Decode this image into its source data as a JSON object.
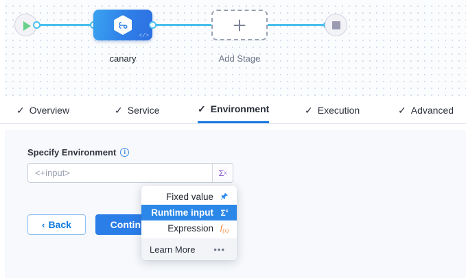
{
  "canvas": {
    "start_node": {
      "name": "start-node",
      "icon": "play-icon"
    },
    "end_node": {
      "name": "end-node",
      "icon": "stop-icon"
    },
    "stages": [
      {
        "label": "canary",
        "icon": "harness-hexagon-icon",
        "badge": "</>"
      },
      {
        "label": "Add Stage",
        "icon": "plus-icon"
      }
    ]
  },
  "tabs": [
    {
      "label": "Overview",
      "check": "✓",
      "active": false
    },
    {
      "label": "Service",
      "check": "✓",
      "active": false
    },
    {
      "label": "Environment",
      "check": "✓",
      "active": true
    },
    {
      "label": "Execution",
      "check": "✓",
      "active": false
    },
    {
      "label": "Advanced",
      "check": "✓",
      "active": false
    }
  ],
  "form": {
    "field_label": "Specify Environment",
    "info_icon": "i",
    "input_value": "<+input>",
    "input_placeholder": "<+input>",
    "sigma_icon": "Σ",
    "sigma_sup": "x",
    "back_label": "Back",
    "back_chevron": "‹",
    "continue_label": "Continue"
  },
  "dropdown": {
    "items": [
      {
        "label": "Fixed value",
        "icon": "pin-icon",
        "glyph": "📌",
        "selected": false
      },
      {
        "label": "Runtime input",
        "icon": "sigma-x-icon",
        "glyph": "Σ",
        "selected": true
      },
      {
        "label": "Expression",
        "icon": "fx-icon",
        "glyph": "f(x)",
        "selected": false
      }
    ],
    "footer_label": "Learn More",
    "footer_icon": "ellipsis-icon",
    "footer_glyph": "•••"
  },
  "colors": {
    "accent_blue": "#2b7ee8",
    "connector_blue": "#48c0ee",
    "purple": "#8c5fd0",
    "orange": "#f07d2b",
    "green": "#6bd08a"
  }
}
